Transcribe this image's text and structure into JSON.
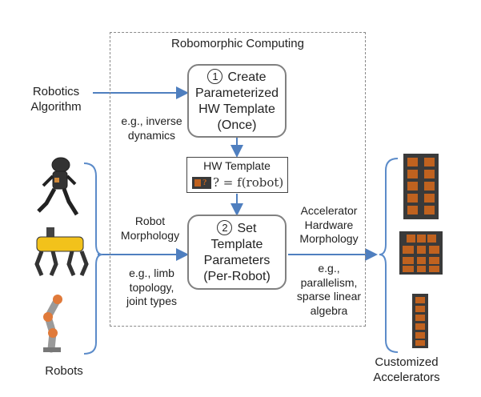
{
  "title": "Robomorphic Computing",
  "inputs": {
    "algorithm": [
      "Robotics",
      "Algorithm"
    ],
    "algorithm_example": [
      "e.g., inverse",
      "dynamics"
    ],
    "morphology": [
      "Robot",
      "Morphology"
    ],
    "morphology_example": [
      "e.g., limb",
      "topology,",
      "joint types"
    ],
    "robots_label": "Robots"
  },
  "step1": {
    "number": "1",
    "lines": [
      "Create",
      "Parameterized",
      "HW Template",
      "(Once)"
    ]
  },
  "hw_template": {
    "title": "HW Template",
    "formula": "? = f(robot)"
  },
  "step2": {
    "number": "2",
    "lines": [
      "Set",
      "Template",
      "Parameters",
      "(Per-Robot)"
    ]
  },
  "outputs": {
    "hw_morphology": [
      "Accelerator",
      "Hardware",
      "Morphology"
    ],
    "hw_example": [
      "e.g.,",
      "parallelism,",
      "sparse linear",
      "algebra"
    ],
    "accelerators_label": [
      "Customized",
      "Accelerators"
    ]
  },
  "colors": {
    "arrow": "#4f7fbf",
    "bracket": "#5b8bc9",
    "accel_orange": "#c0621f",
    "accel_dark": "#3a3a3a"
  }
}
